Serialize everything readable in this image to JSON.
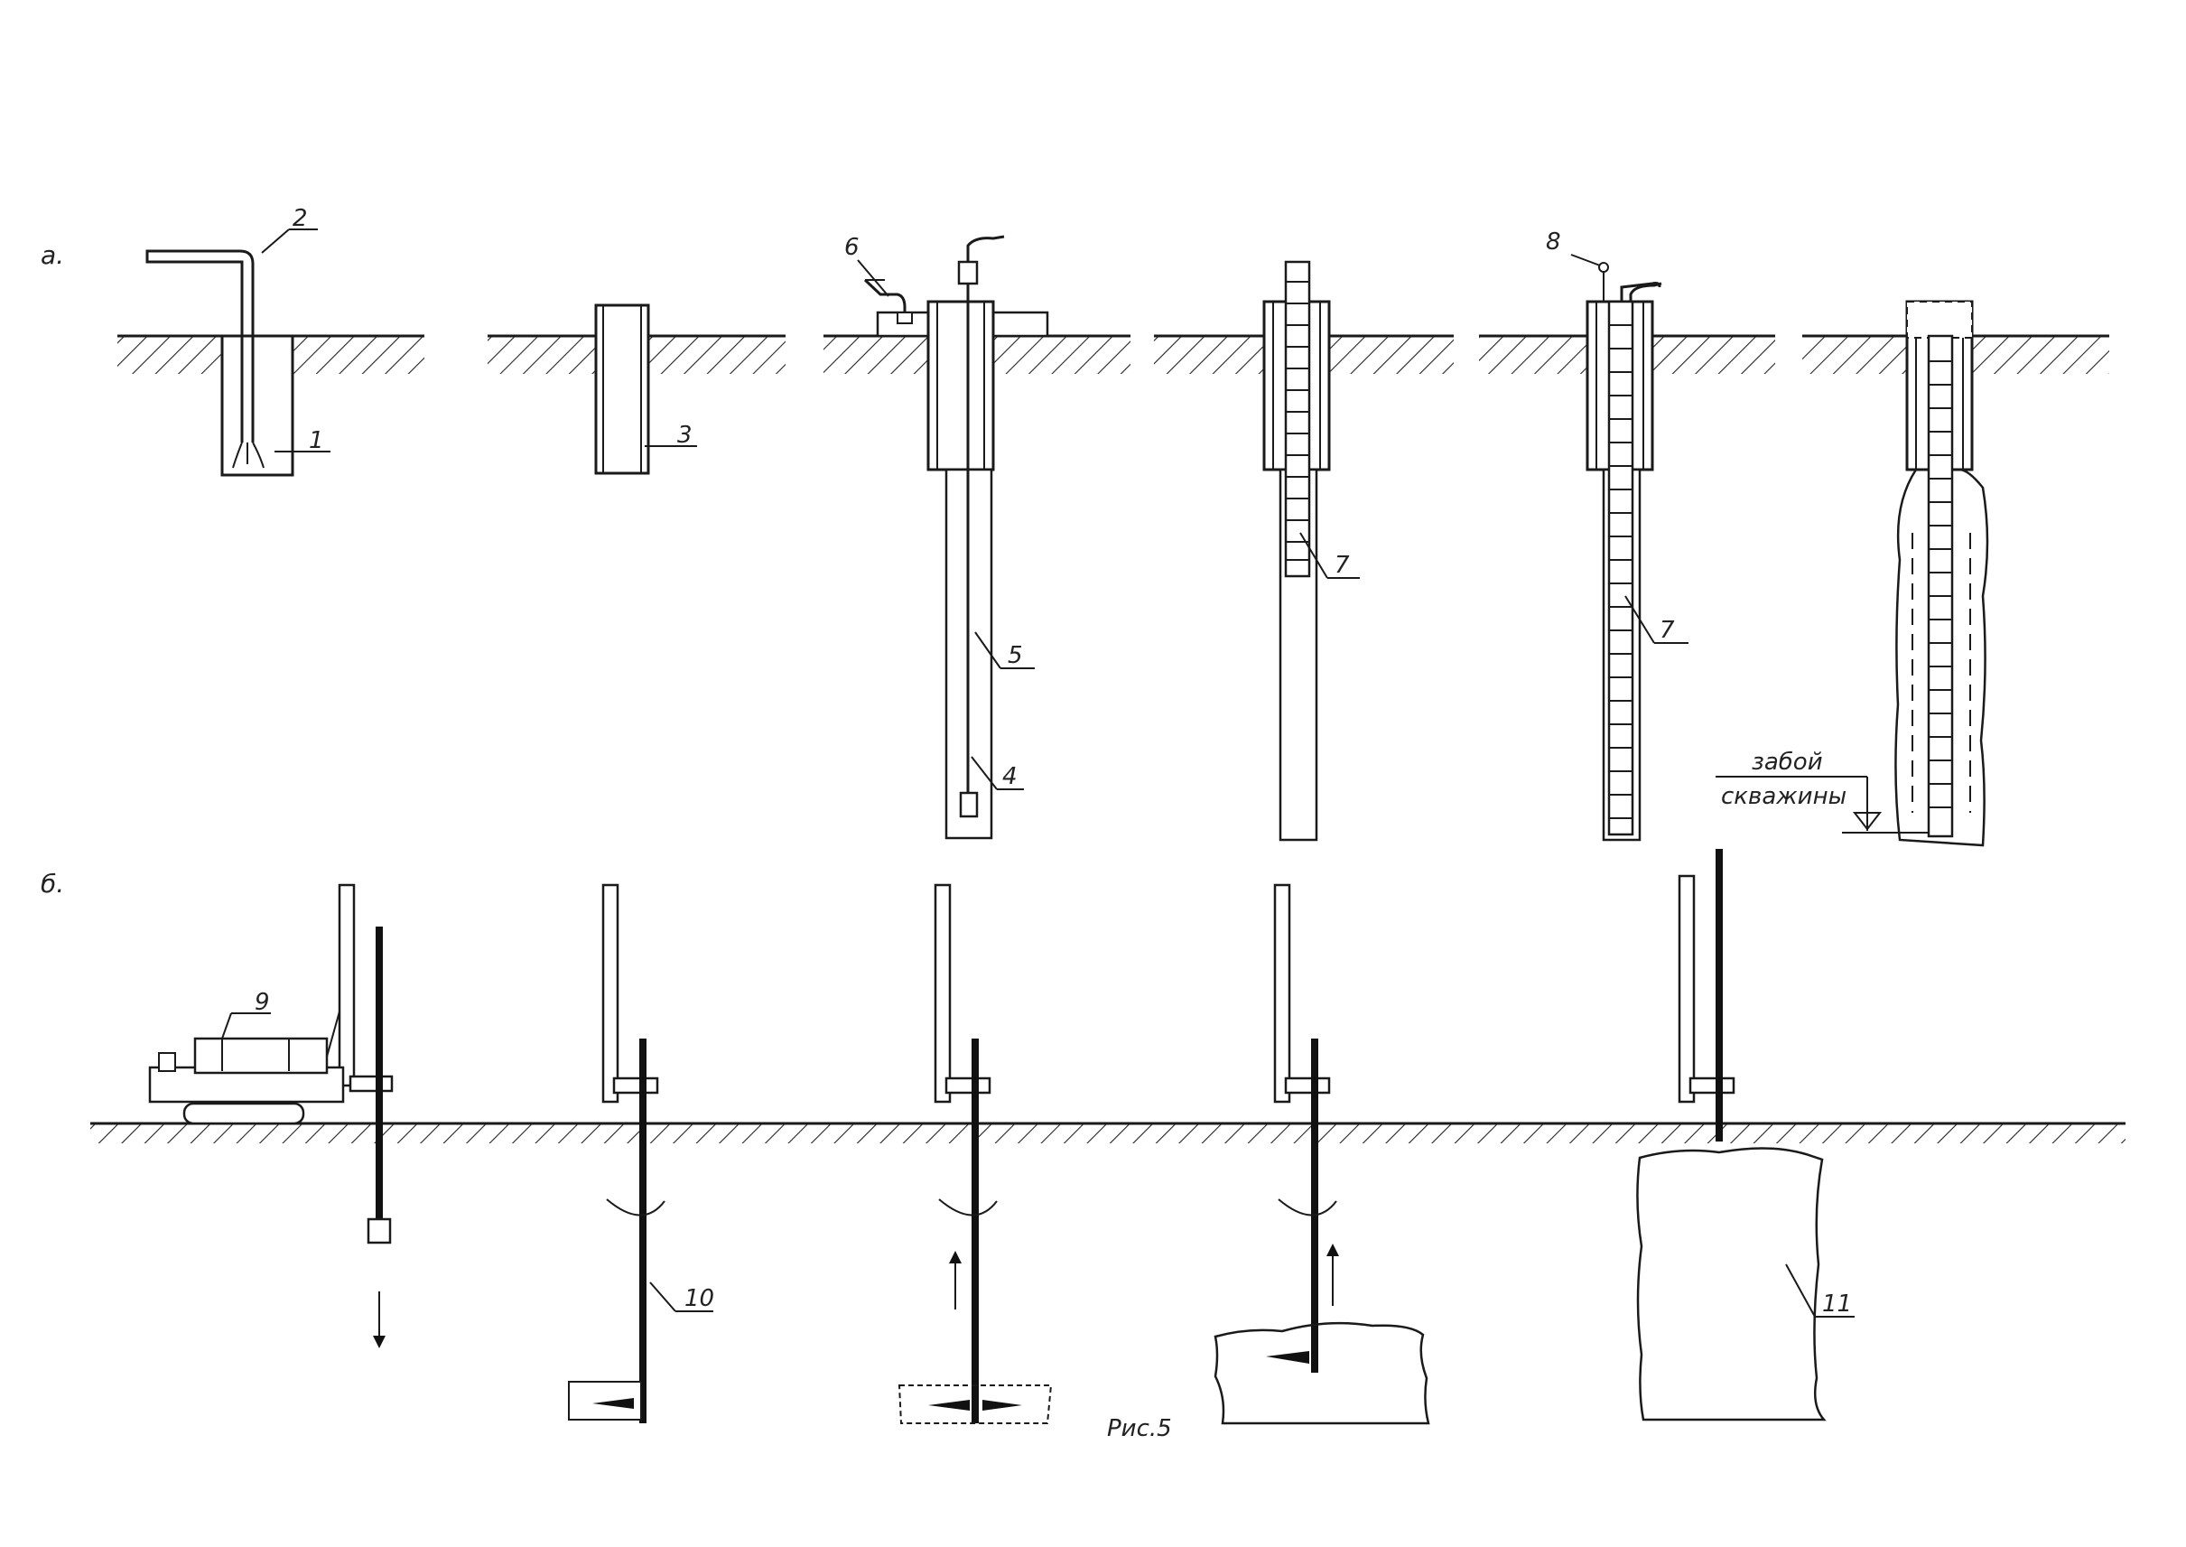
{
  "rows": {
    "a": {
      "label": "а."
    },
    "b": {
      "label": "б."
    }
  },
  "callouts": {
    "n1": "1",
    "n2": "2",
    "n3": "3",
    "n4": "4",
    "n5": "5",
    "n6": "6",
    "n7a": "7",
    "n7b": "7",
    "n8": "8",
    "n9": "9",
    "n10": "10",
    "n11": "11"
  },
  "bottom_label": {
    "line1": "забой",
    "line2": "скважины"
  },
  "caption": "Рис.5"
}
